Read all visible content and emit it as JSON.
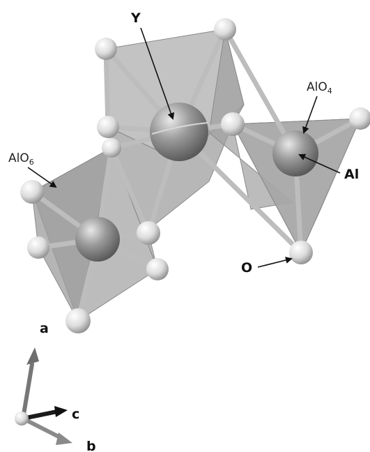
{
  "labels": {
    "y_atom": "Y",
    "al_atom": "Al",
    "o_atom": "O",
    "alo4_main": "AlO",
    "alo4_sub": "4",
    "alo6_main": "AlO",
    "alo6_sub": "6"
  },
  "axes": {
    "a": "a",
    "b": "b",
    "c": "c"
  },
  "colors": {
    "polyhedron": "#a9a9a9",
    "bond": "#b5b5b5",
    "atom_dark": "#6b6b6b",
    "atom_light": "#f2f2f2"
  }
}
